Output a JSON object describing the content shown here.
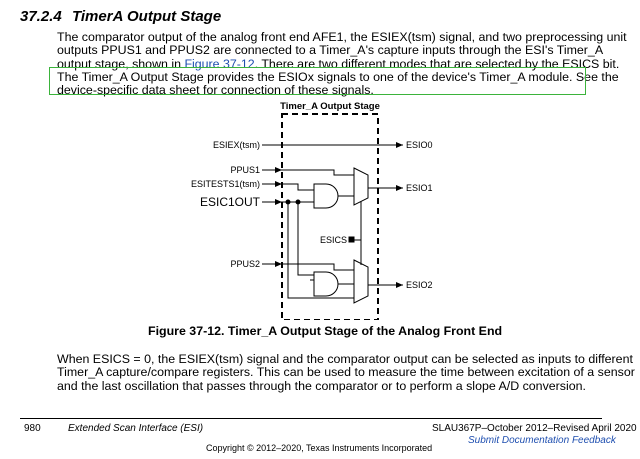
{
  "section": {
    "number": "37.2.4",
    "title": "TimerA Output Stage"
  },
  "intro": {
    "line1": "The comparator output of the analog front end AFE1, the ESIEX(tsm) signal, and two preprocessing unit",
    "line2": "outputs PPUS1 and PPUS2 are connected to a Timer_A's capture inputs through the ESI's Timer_A",
    "line3_pre": "output stage, shown in ",
    "line3_link": "Figure 37-12",
    "line3_post": ". There are two different modes that are selected by the ESICS bit.",
    "line4": "The Timer_A Output Stage provides the ESIOx signals to one of the device's Timer_A module. See the",
    "line5": "device-specific data sheet for connection of these signals."
  },
  "figure": {
    "box_title": "Timer_A Output Stage",
    "inputs": {
      "esiex": "ESIEX(tsm)",
      "ppus1": "PPUS1",
      "esitests1": "ESITESTS1(tsm)",
      "esic1out": "ESIC1OUT",
      "ppus2": "PPUS2"
    },
    "outputs": {
      "esio0": "ESIO0",
      "esio1": "ESIO1",
      "esio2": "ESIO2"
    },
    "control": "ESICS",
    "caption": "Figure 37-12. Timer_A Output Stage of the Analog Front End"
  },
  "body": {
    "line1": "When ESICS = 0, the ESIEX(tsm) signal and the comparator output can be selected as inputs to different",
    "line2": "Timer_A capture/compare registers. This can be used to measure the time between excitation of a sensor",
    "line3": "and the last oscillation that passes through the comparator or to perform a slope A/D conversion."
  },
  "footer": {
    "page_number": "980",
    "doc_title": "Extended Scan Interface (ESI)",
    "doc_id": "SLAU367P–October 2012–Revised April 2020",
    "feedback": "Submit Documentation Feedback",
    "copyright": "Copyright © 2012–2020, Texas Instruments Incorporated"
  },
  "colors": {
    "link": "#1f4fb0",
    "highlight_border": "#3bb33b"
  }
}
